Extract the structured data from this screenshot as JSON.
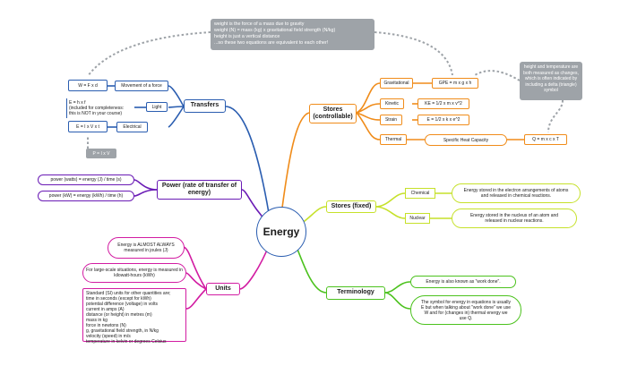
{
  "center": "Energy",
  "note_top": "weight is the force of a mass due to gravity\nweight (N) = mass (kg) x gravitational field strength (N/kg)\nheight is just a vertical distance\n...so these two equations are equivalent to each other!",
  "note_right": "height and temperature are both measured as changes, which is often indicated by including a delta (triangle) symbol",
  "transfers": {
    "topic": "Transfers",
    "movement": "Movement of a force",
    "w_eq": "W = F x d",
    "light": "Light",
    "light_note": "E = h x f\n(included for completeness:\nthis is NOT in your course)",
    "electrical": "Electrical",
    "e_eq": "E = I x V x t",
    "p_eq": "P = I x V"
  },
  "power": {
    "topic": "Power (rate of transfer of energy)",
    "eq1": "power (watts) = energy (J) / time (s)",
    "eq2": "power (kW) = energy (kWh) / time (h)"
  },
  "units": {
    "topic": "Units",
    "u1": "Energy is ALMOST ALWAYS measured in joules (J)",
    "u2": "For large-scale situations, energy is measured in kilowatt-hours (kWh)",
    "u3": "Standard (SI) units for other quantities are;\ntime in seconds (except for kWh)\npotential difference (voltage) in volts\ncurrent in amps (A)\ndistance (or height) in metres (m)\nmass in kg\nforce in newtons (N)\ng, gravitational field strength, in N/kg\nvelocity (speed) in m/s\ntemperature in kelvin or degrees Celsius"
  },
  "stores_c": {
    "topic": "Stores (controllable)",
    "gravitational": "Gravitational",
    "gpe": "GPE = m x g x h",
    "kinetic": "Kinetic",
    "ke": "KE = 1/2 x m x v^2",
    "strain": "Strain",
    "strain_eq": "E = 1/2 x k x e^2",
    "thermal": "Thermal",
    "shc": "Specific Heat Capacity",
    "q_eq": "Q = m x c x T"
  },
  "stores_f": {
    "topic": "Stores (fixed)",
    "chemical": "Chemical",
    "chemical_desc": "Energy stored in the electron arrangements of atoms and released in chemical reactions.",
    "nuclear": "Nuclear",
    "nuclear_desc": "Energy stored in the nucleus of an atom and released in nuclear reactions."
  },
  "terminology": {
    "topic": "Terminology",
    "t1": "Energy is also known as \"work done\".",
    "t2": "The symbol for energy in equations is usually E but when talking about \"work done\" we use W and for (changes in) thermal energy we use Q."
  },
  "colors": {
    "transfers": "#2a5db0",
    "power": "#6a1bb5",
    "units": "#d21ca2",
    "stores_controllable": "#f08c1a",
    "stores_fixed": "#c6e12a",
    "terminology": "#4cc21e",
    "notes": "#9ea3a8"
  }
}
